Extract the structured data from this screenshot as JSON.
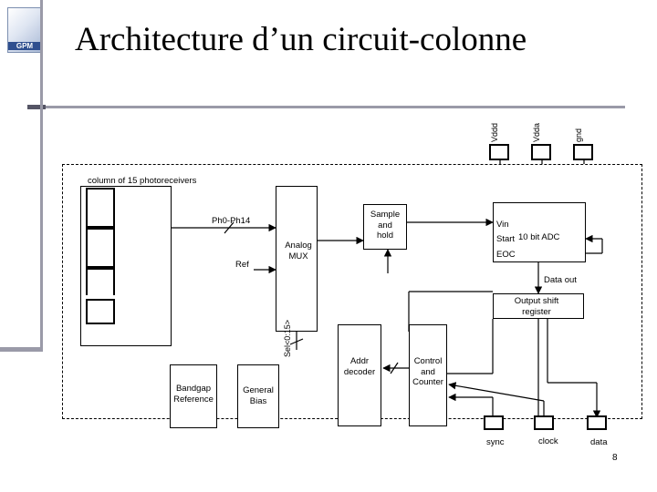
{
  "slide": {
    "title": "Architecture d’un circuit-colonne",
    "logo_text": "GPM",
    "page_number": "8"
  },
  "power_pins": [
    "Vddd",
    "Vdda",
    "gnd"
  ],
  "diagram": {
    "column_label": "column of 15 photoreceivers",
    "ph_label": "Ph0-Ph14",
    "ref_label": "Ref",
    "analog_mux": "Analog\nMUX",
    "sample_hold": "Sample\nand\nhold",
    "vin": "Vin",
    "start": "Start",
    "adc": "10 bit ADC",
    "eoc": "EOC",
    "data_out": "Data out",
    "output_shift_register": "Output shift\nregister",
    "sel": "Sel<0:15>",
    "addr_decoder": "Addr\ndecoder",
    "control_counter": "Control\nand\nCounter",
    "bandgap": "Bandgap\nReference",
    "general_bias": "General\nBias"
  },
  "io_pins": [
    "sync",
    "clock",
    "data"
  ],
  "colors": {
    "accent_bar": "#9a9aa8",
    "accent_dark": "#555565"
  }
}
